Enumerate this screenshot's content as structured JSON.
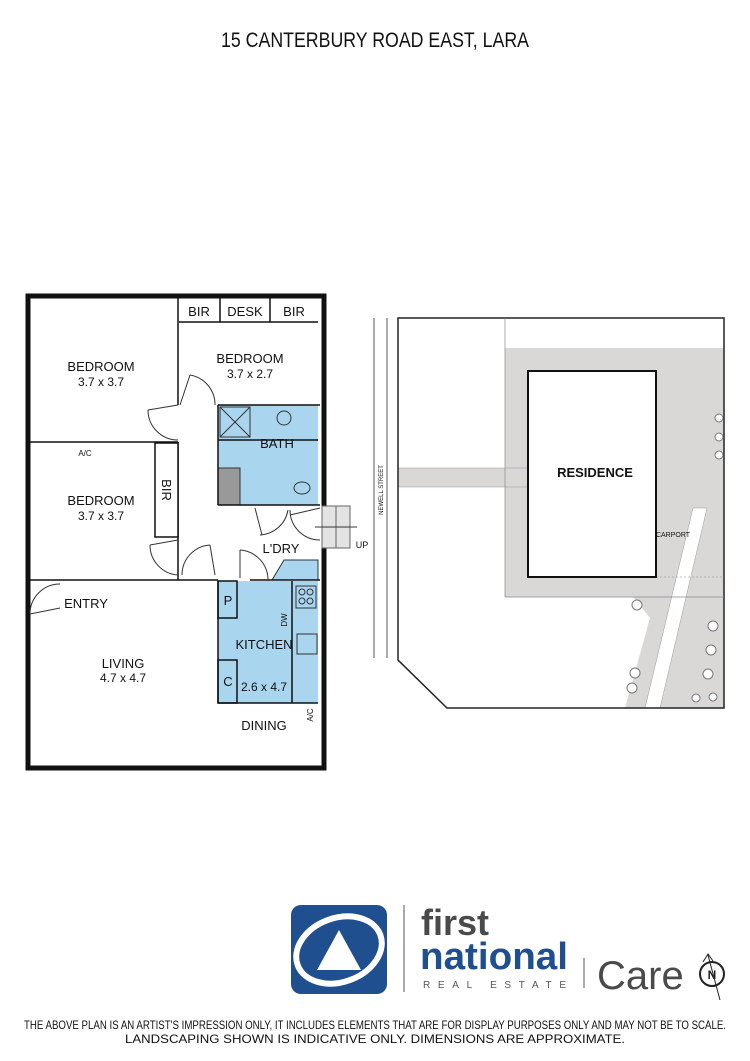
{
  "title": "15 CANTERBURY ROAD EAST, LARA",
  "floor_plan": {
    "rooms": {
      "bedroom1": {
        "label": "BEDROOM",
        "dims": "3.7 x 3.7"
      },
      "bedroom2": {
        "label": "BEDROOM",
        "dims": "3.7 x 2.7"
      },
      "bedroom3": {
        "label": "BEDROOM",
        "dims": "3.7 x 3.7"
      },
      "bath": {
        "label": "BATH"
      },
      "laundry": {
        "label": "L'DRY"
      },
      "kitchen": {
        "label": "KITCHEN",
        "dims": "2.6 x 4.7"
      },
      "living": {
        "label": "LIVING",
        "dims": "4.7 x 4.7"
      },
      "dining": {
        "label": "DINING"
      },
      "entry": {
        "label": "ENTRY"
      }
    },
    "fixtures": {
      "bir_top_left": "BIR",
      "desk": "DESK",
      "bir_top_right": "BIR",
      "bir_side": "BIR",
      "ac_bedroom": "A/C",
      "ac_dining": "A/C",
      "pantry": "P",
      "cupboard": "C",
      "dishwasher": "DW",
      "steps": "UP"
    },
    "colors": {
      "wet_area": "#a9d6ee",
      "wall": "#111111"
    }
  },
  "site_plan": {
    "street": "NEWELL STREET",
    "residence": "RESIDENCE",
    "carport": "CARPORT",
    "colors": {
      "paving": "#d9d8d7"
    }
  },
  "branding": {
    "first": "first",
    "national": "national",
    "real_estate": "REAL ESTATE",
    "office": "Care",
    "compass_letter": "N",
    "colors": {
      "brand_blue": "#1f4f8e",
      "grey": "#4a4a4a"
    }
  },
  "disclaimer": {
    "line1": "THE ABOVE PLAN IS AN ARTIST'S IMPRESSION ONLY, IT INCLUDES ELEMENTS THAT ARE FOR DISPLAY PURPOSES ONLY AND MAY NOT BE TO SCALE.",
    "line2": "LANDSCAPING SHOWN IS INDICATIVE ONLY. DIMENSIONS ARE APPROXIMATE."
  }
}
